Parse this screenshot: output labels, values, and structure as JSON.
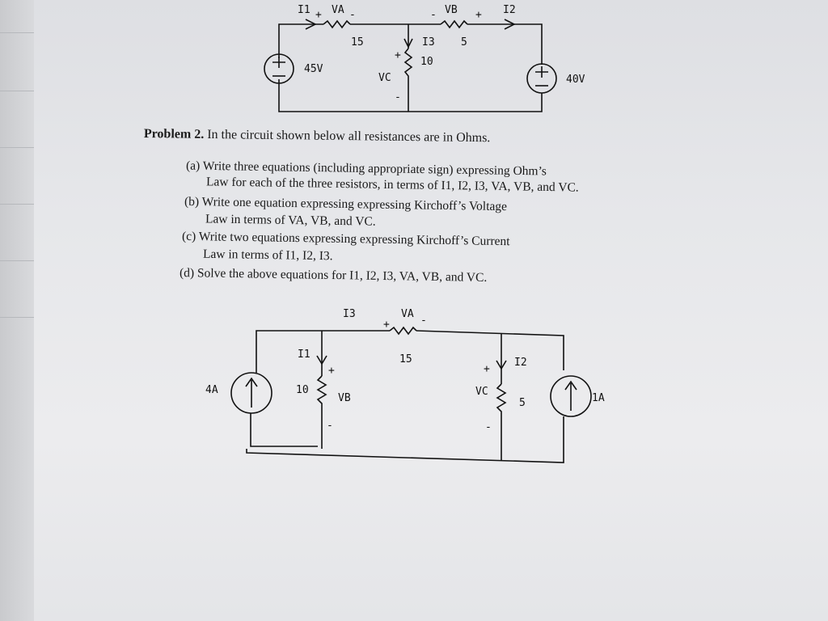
{
  "top_circuit": {
    "labels": {
      "i1": "I1",
      "va": "VA",
      "vb": "VB",
      "i2": "I2",
      "r15": "15",
      "i3": "I3",
      "r5": "5",
      "r10": "10",
      "v45": "45V",
      "vc": "VC",
      "v40": "40V",
      "plus": "+",
      "minus": "-"
    }
  },
  "problem": {
    "heading": "Problem 2.",
    "intro": " In the circuit shown below all resistances are in Ohms.",
    "items": [
      {
        "line1": "(a) Write three equations (including appropriate sign) expressing Ohm’s",
        "line2": "Law for each of the three resistors, in terms of I1, I2, I3, VA, VB, and VC."
      },
      {
        "line1": "(b) Write one equation expressing expressing Kirchoff’s Voltage",
        "line2": "Law in terms of VA, VB, and VC."
      },
      {
        "line1": "(c) Write two equations expressing expressing Kirchoff’s Current",
        "line2": "Law in terms of I1, I2, I3."
      },
      {
        "line1": "(d) Solve the above equations for I1, I2, I3, VA, VB, and VC.",
        "line2": ""
      }
    ]
  },
  "bottom_circuit": {
    "labels": {
      "i3": "I3",
      "va": "VA",
      "r15": "15",
      "i1": "I1",
      "i2": "I2",
      "src4a": "4A",
      "r10": "10",
      "vb": "VB",
      "vc": "VC",
      "r5": "5",
      "src1a": "1A",
      "plus": "+",
      "minus": "-"
    }
  }
}
